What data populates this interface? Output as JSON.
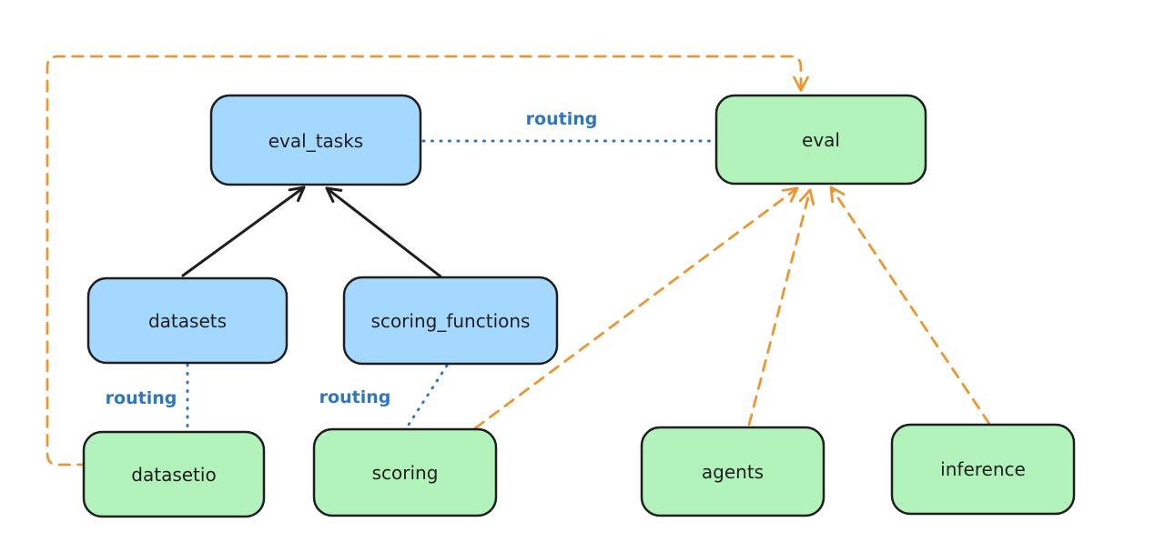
{
  "colors": {
    "background": "#ffffff",
    "node_stroke": "#1e1e1e",
    "blue_node_fill": "#a5d8ff",
    "green_node_fill": "#b2f2bb",
    "routing_link": "#2f76c2",
    "dependency_arrow": "#1e1e1e",
    "provider_arrow": "#ec9632",
    "node_text": "#1e1e1e"
  },
  "nodes": {
    "eval_tasks": {
      "label": "eval_tasks",
      "color": "blue"
    },
    "eval": {
      "label": "eval",
      "color": "green"
    },
    "datasets": {
      "label": "datasets",
      "color": "blue"
    },
    "scoring_functions": {
      "label": "scoring_functions",
      "color": "blue"
    },
    "datasetio": {
      "label": "datasetio",
      "color": "green"
    },
    "scoring": {
      "label": "scoring",
      "color": "green"
    },
    "agents": {
      "label": "agents",
      "color": "green"
    },
    "inference": {
      "label": "inference",
      "color": "green"
    }
  },
  "edge_labels": {
    "eval_tasks_to_eval": "routing",
    "datasets_to_datasetio": "routing",
    "scoring_functions_to_scoring": "routing"
  },
  "edges": {
    "black_solid": [
      "datasets -> eval_tasks",
      "scoring_functions -> eval_tasks"
    ],
    "blue_dotted_routing": [
      "eval_tasks .. eval",
      "datasets .. datasetio",
      "scoring_functions .. scoring"
    ],
    "orange_dashed": [
      "datasetio -> eval (loop left and over top)",
      "scoring -> eval",
      "agents -> eval",
      "inference -> eval"
    ]
  }
}
